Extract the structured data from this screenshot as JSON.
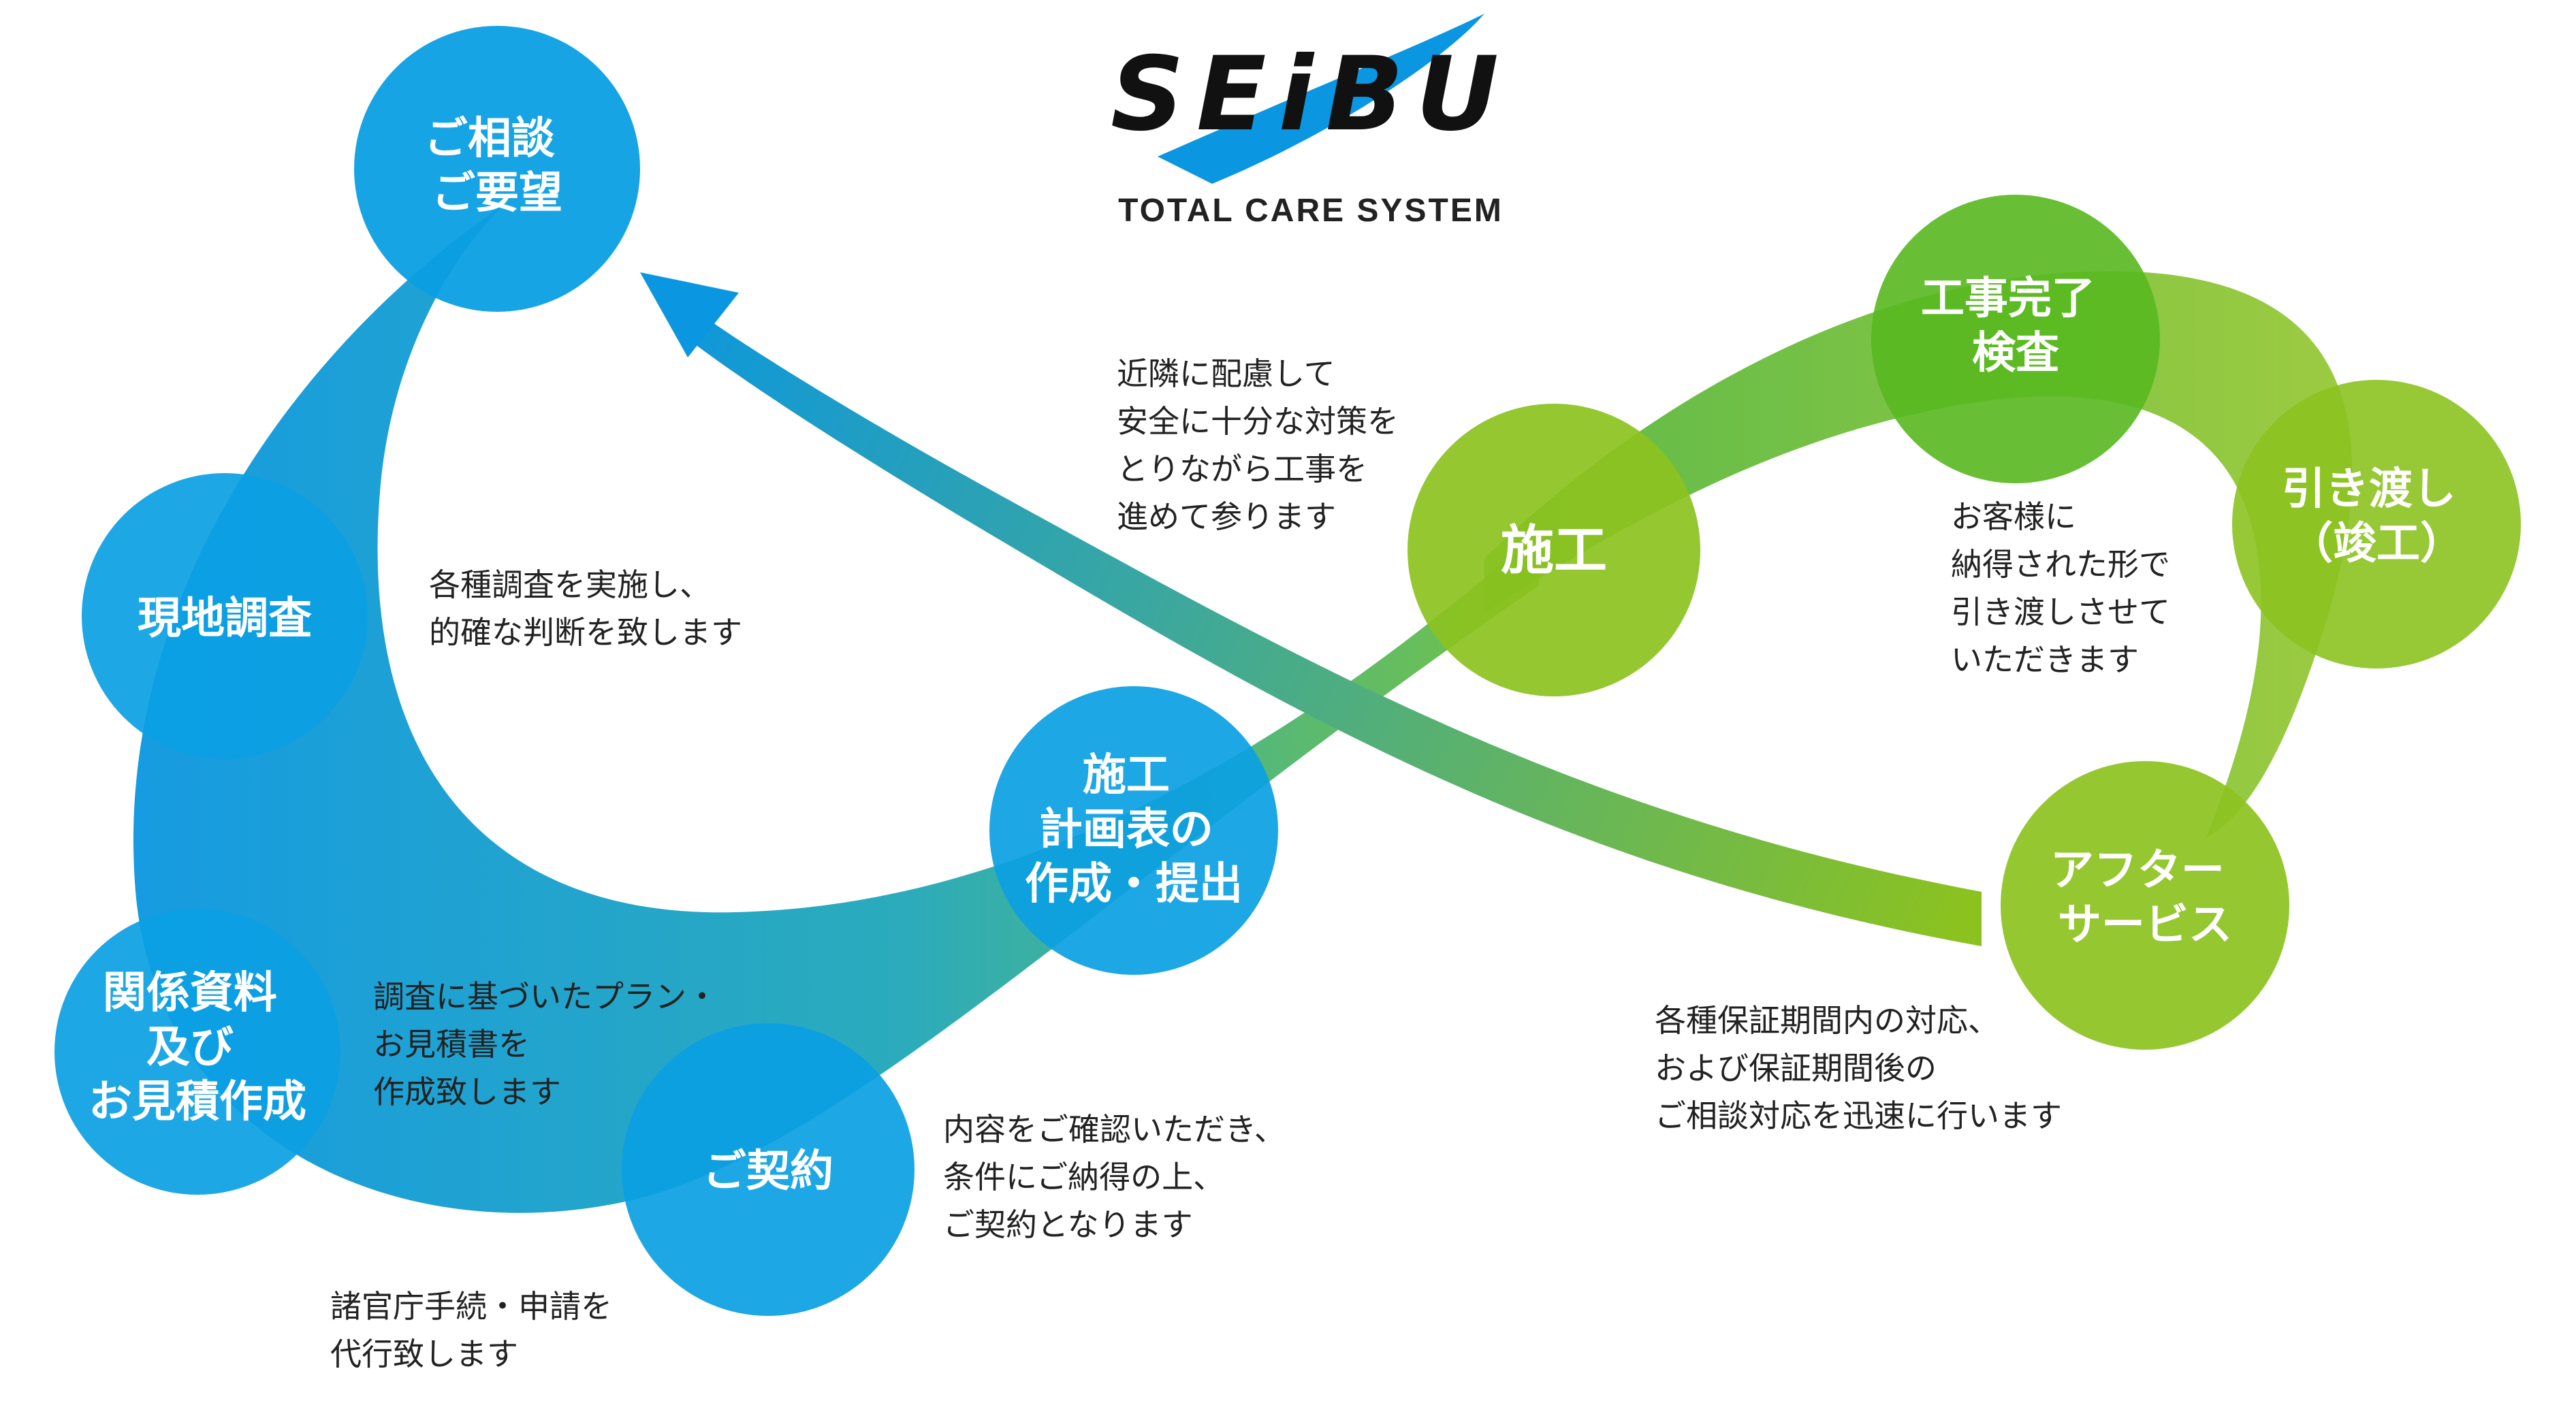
{
  "brand": {
    "logo_text": "SEiBU",
    "subtitle": "TOTAL CARE SYSTEM"
  },
  "colors": {
    "blue": "#0a96e0",
    "blue_light": "#1aa3e8",
    "green": "#8cc21f",
    "green_dark": "#3fae2a",
    "teal": "#26a9a0"
  },
  "nodes": {
    "consultation": [
      "ご相談",
      "ご要望"
    ],
    "site_survey": [
      "現地調査"
    ],
    "documents": [
      "関係資料",
      "及び",
      "お見積作成"
    ],
    "contract": [
      "ご契約"
    ],
    "schedule": [
      "施工",
      "計画表の",
      "作成・提出"
    ],
    "construction": [
      "施工"
    ],
    "inspection": [
      "工事完了",
      "検査"
    ],
    "handover": [
      "引き渡し",
      "（竣工）"
    ],
    "after_service": [
      "アフター",
      "サービス"
    ]
  },
  "notes": {
    "survey": [
      "各種調査を実施し、",
      "的確な判断を致します"
    ],
    "plan": [
      "調査に基づいたプラン・",
      "お見積書を",
      "作成致します"
    ],
    "procedures": [
      "諸官庁手続・申請を",
      "代行致します"
    ],
    "contract": [
      "内容をご確認いただき、",
      "条件にご納得の上、",
      "ご契約となります"
    ],
    "construction": [
      "近隣に配慮して",
      "安全に十分な対策を",
      "とりながら工事を",
      "進めて参ります"
    ],
    "handover": [
      "お客様に",
      "納得された形で",
      "引き渡しさせて",
      "いただきます"
    ],
    "after": [
      "各種保証期間内の対応、",
      "および保証期間後の",
      "ご相談対応を迅速に行います"
    ]
  }
}
